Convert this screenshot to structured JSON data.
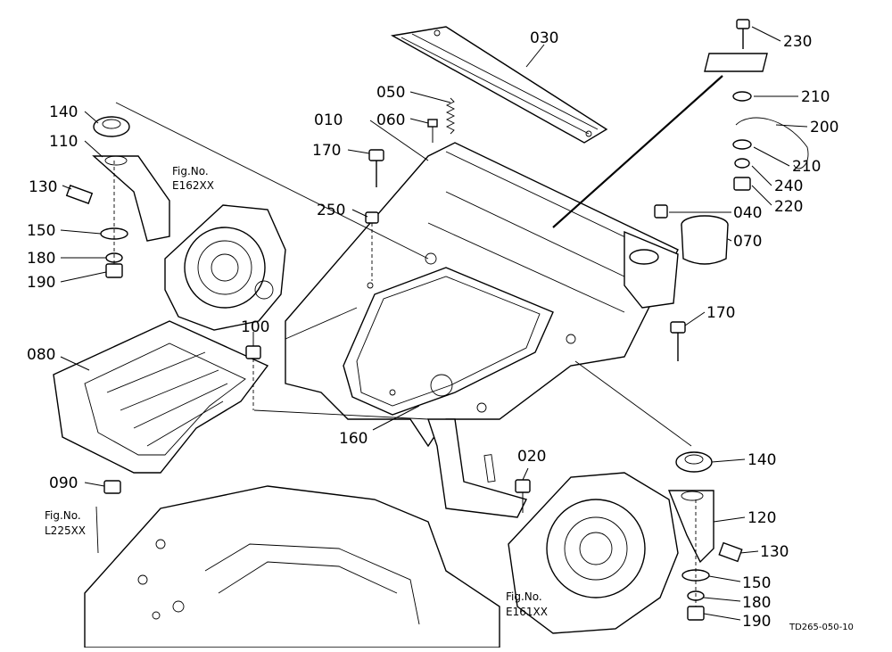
{
  "callouts": [
    {
      "id": "030",
      "text": "030"
    },
    {
      "id": "230",
      "text": "230"
    },
    {
      "id": "210a",
      "text": "210"
    },
    {
      "id": "200",
      "text": "200"
    },
    {
      "id": "210b",
      "text": "210"
    },
    {
      "id": "240",
      "text": "240"
    },
    {
      "id": "220",
      "text": "220"
    },
    {
      "id": "050",
      "text": "050"
    },
    {
      "id": "060",
      "text": "060"
    },
    {
      "id": "010",
      "text": "010"
    },
    {
      "id": "170a",
      "text": "170"
    },
    {
      "id": "250",
      "text": "250"
    },
    {
      "id": "040",
      "text": "040"
    },
    {
      "id": "070",
      "text": "070"
    },
    {
      "id": "140a",
      "text": "140"
    },
    {
      "id": "110",
      "text": "110"
    },
    {
      "id": "130a",
      "text": "130"
    },
    {
      "id": "150a",
      "text": "150"
    },
    {
      "id": "180a",
      "text": "180"
    },
    {
      "id": "190a",
      "text": "190"
    },
    {
      "id": "100",
      "text": "100"
    },
    {
      "id": "080",
      "text": "080"
    },
    {
      "id": "170b",
      "text": "170"
    },
    {
      "id": "160",
      "text": "160"
    },
    {
      "id": "020",
      "text": "020"
    },
    {
      "id": "090",
      "text": "090"
    },
    {
      "id": "140b",
      "text": "140"
    },
    {
      "id": "120",
      "text": "120"
    },
    {
      "id": "130b",
      "text": "130"
    },
    {
      "id": "150b",
      "text": "150"
    },
    {
      "id": "180b",
      "text": "180"
    },
    {
      "id": "190b",
      "text": "190"
    }
  ],
  "figure_refs": [
    {
      "id": "e162",
      "line1": "Fig.No.",
      "line2": "E162XX"
    },
    {
      "id": "l225",
      "line1": "Fig.No.",
      "line2": "L225XX"
    },
    {
      "id": "e161",
      "line1": "Fig.No.",
      "line2": "E161XX"
    }
  ],
  "drawing_code": "TD265-050-10"
}
